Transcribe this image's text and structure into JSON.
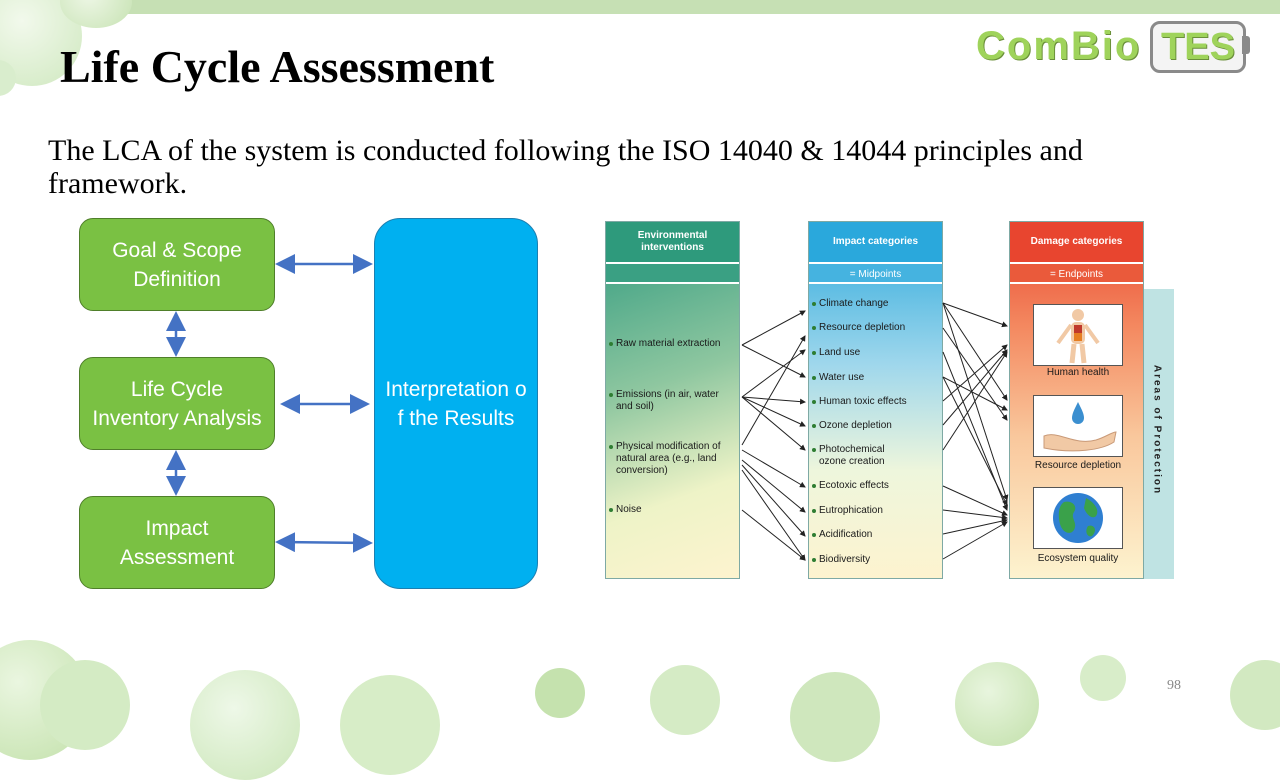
{
  "slide": {
    "title": "Life Cycle Assessment",
    "intro": "The LCA of the system is conducted following the ISO 14040 & 14044 principles and framework.",
    "page_number": "98"
  },
  "logo": {
    "left": "ComBio",
    "right": "TES"
  },
  "framework": {
    "goal_scope": "Goal & Scope Definition",
    "inventory": "Life Cycle Inventory Analysis",
    "impact": "Impact Assessment",
    "interpretation": "Interpretation of the Results"
  },
  "lcia": {
    "env_header": "Environmental interventions",
    "env_items": [
      "Raw material extraction",
      "Emissions (in air, water and soil)",
      "Physical modification of natural area (e.g., land conversion)",
      "Noise"
    ],
    "impact_header": "Impact categories",
    "impact_sub": "= Midpoints",
    "impact_items": [
      "Climate change",
      "Resource depletion",
      "Land use",
      "Water use",
      "Human toxic effects",
      "Ozone depletion",
      "Photochemical ozone creation",
      "Ecotoxic effects",
      "Eutrophication",
      "Acidification",
      "Biodiversity"
    ],
    "damage_header": "Damage categories",
    "damage_sub": "= Endpoints",
    "damage_items": [
      "Human health",
      "Resource depletion",
      "Ecosystem quality"
    ],
    "areas_label": "Areas of Protection"
  },
  "colors": {
    "green_box": "#7ac143",
    "blue_box": "#00b0f0",
    "arrow": "#4472c4",
    "env_header": "#2e9a7c",
    "impact_header": "#2aa8dc",
    "damage_header": "#e8452f"
  }
}
